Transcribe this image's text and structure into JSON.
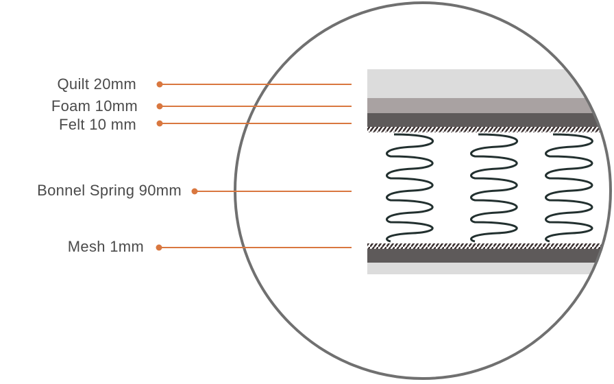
{
  "colors": {
    "leader": "#d9773f",
    "circle": "#707070",
    "text": "#4a4a4a"
  },
  "layers": [
    {
      "label": "Quilt 20mm"
    },
    {
      "label": "Foam 10mm"
    },
    {
      "label": "Felt 10 mm"
    },
    {
      "label": "Bonnel Spring 90mm"
    },
    {
      "label": "Mesh 1mm"
    }
  ]
}
